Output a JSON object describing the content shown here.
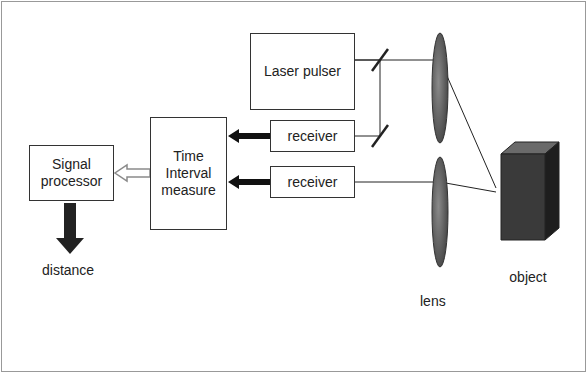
{
  "diagram": {
    "nodes": [
      {
        "text": [
          "Signal processor"
        ]
      },
      {
        "text": [
          "Time Interval measure"
        ]
      },
      {
        "text": [
          "Laser pulser"
        ]
      },
      {
        "text": [
          "receiver"
        ]
      },
      {
        "text": [
          "receiver"
        ]
      },
      {
        "text": [
          "object"
        ]
      }
    ],
    "edges": [
      {
        "from": 1,
        "to": 0,
        "arrow": "to"
      },
      {
        "from": 3,
        "to": 1,
        "arrow": "to"
      },
      {
        "from": 4,
        "to": 1,
        "arrow": "to"
      },
      {
        "from": 2,
        "to": 5,
        "arrow": "none"
      },
      {
        "from": 5,
        "to": 4,
        "arrow": "none"
      },
      {
        "from": 2,
        "to": 3,
        "arrow": "none"
      }
    ],
    "labels": [
      "distance",
      "lens"
    ]
  }
}
